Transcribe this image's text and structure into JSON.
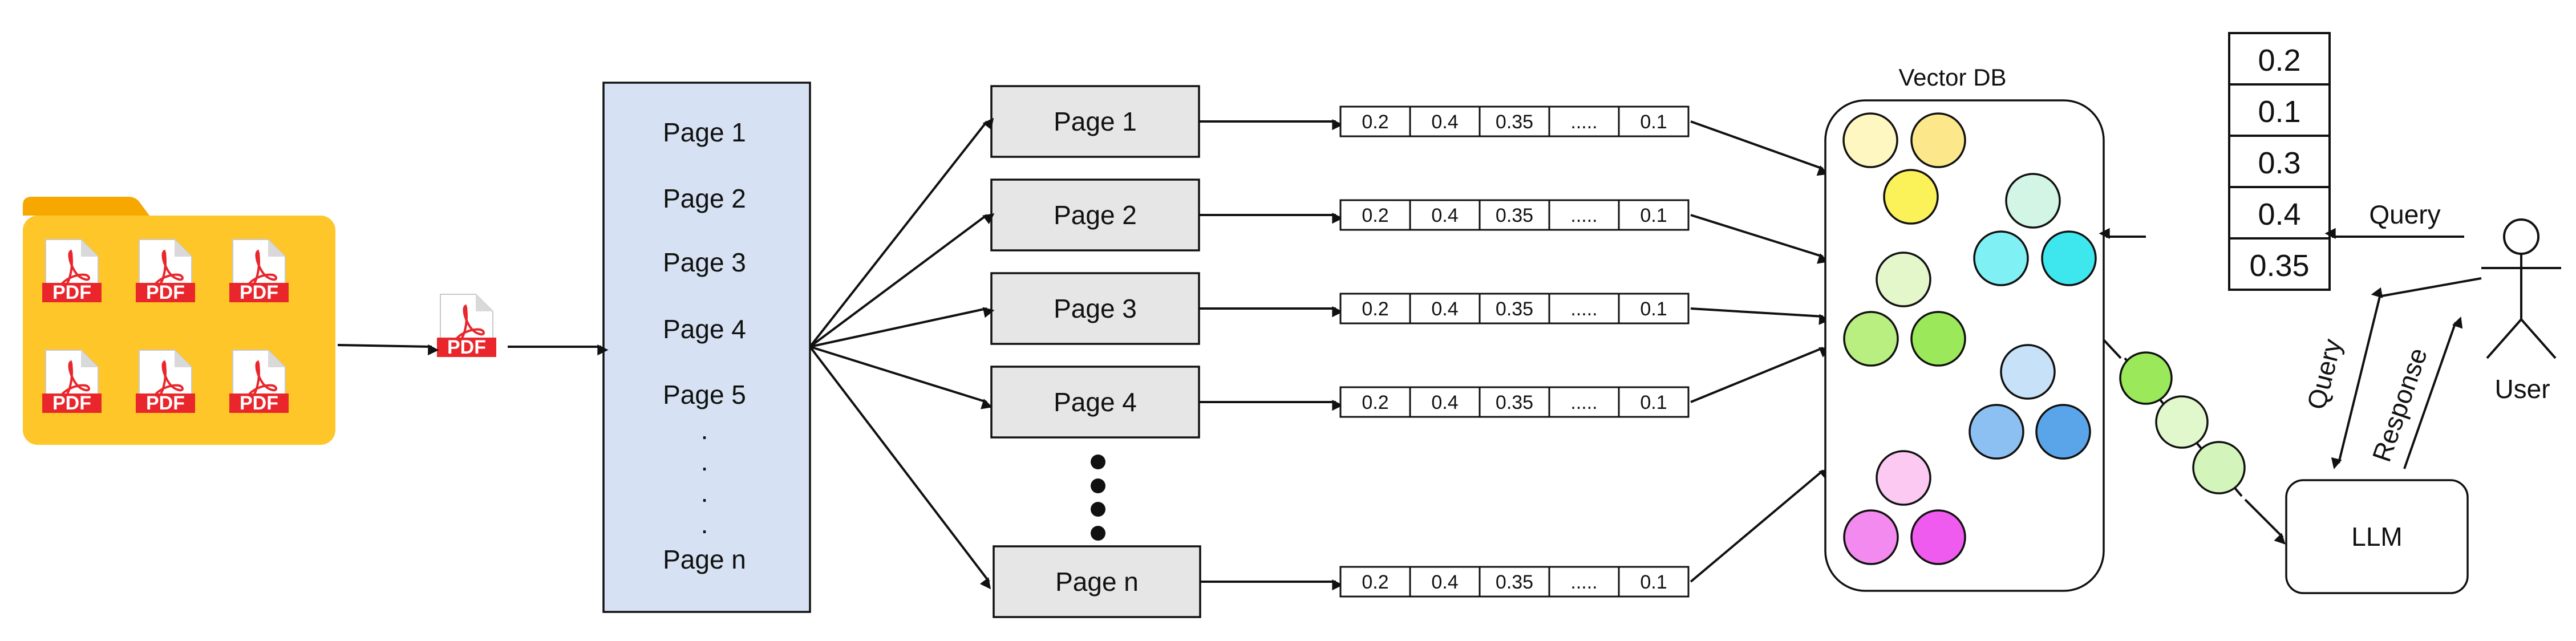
{
  "pdf_label": "PDF",
  "pages_panel": {
    "items": [
      "Page 1",
      "Page 2",
      "Page 3",
      "Page 4",
      "Page 5"
    ],
    "ellipsis_dot": ".",
    "last_item": "Page n"
  },
  "page_nodes": [
    "Page 1",
    "Page 2",
    "Page 3",
    "Page 4",
    "Page n"
  ],
  "embedding_row": [
    "0.2",
    "0.4",
    "0.35",
    ".....",
    "0.1"
  ],
  "vector_db": {
    "title": "Vector DB"
  },
  "query_vector": [
    "0.2",
    "0.1",
    "0.3",
    "0.4",
    "0.35"
  ],
  "labels": {
    "query_to_db": "Query",
    "query_to_llm": "Query",
    "response": "Response",
    "user": "User",
    "llm": "LLM"
  },
  "colors": {
    "folder": "#ffc629",
    "folder_tab": "#f7a800",
    "pdf_red": "#e8262b",
    "panel": "#d6e2f3",
    "box": "#e6e6e6",
    "cluster_yellow": [
      "#fff7c2",
      "#fce88a",
      "#fbf25a"
    ],
    "cluster_cyan": [
      "#d2f5e6",
      "#7ff0f4",
      "#3ee6ee"
    ],
    "cluster_green": [
      "#e4f7cb",
      "#b9ee80",
      "#9be85a"
    ],
    "cluster_blue": [
      "#c6e1f8",
      "#8cc0f2",
      "#5aa4ea"
    ],
    "cluster_pink": [
      "#fbc9f1",
      "#f28af0",
      "#ef5aef"
    ],
    "retrieved": [
      "#9be85a",
      "#e1f8cd",
      "#d3f5bb"
    ]
  }
}
